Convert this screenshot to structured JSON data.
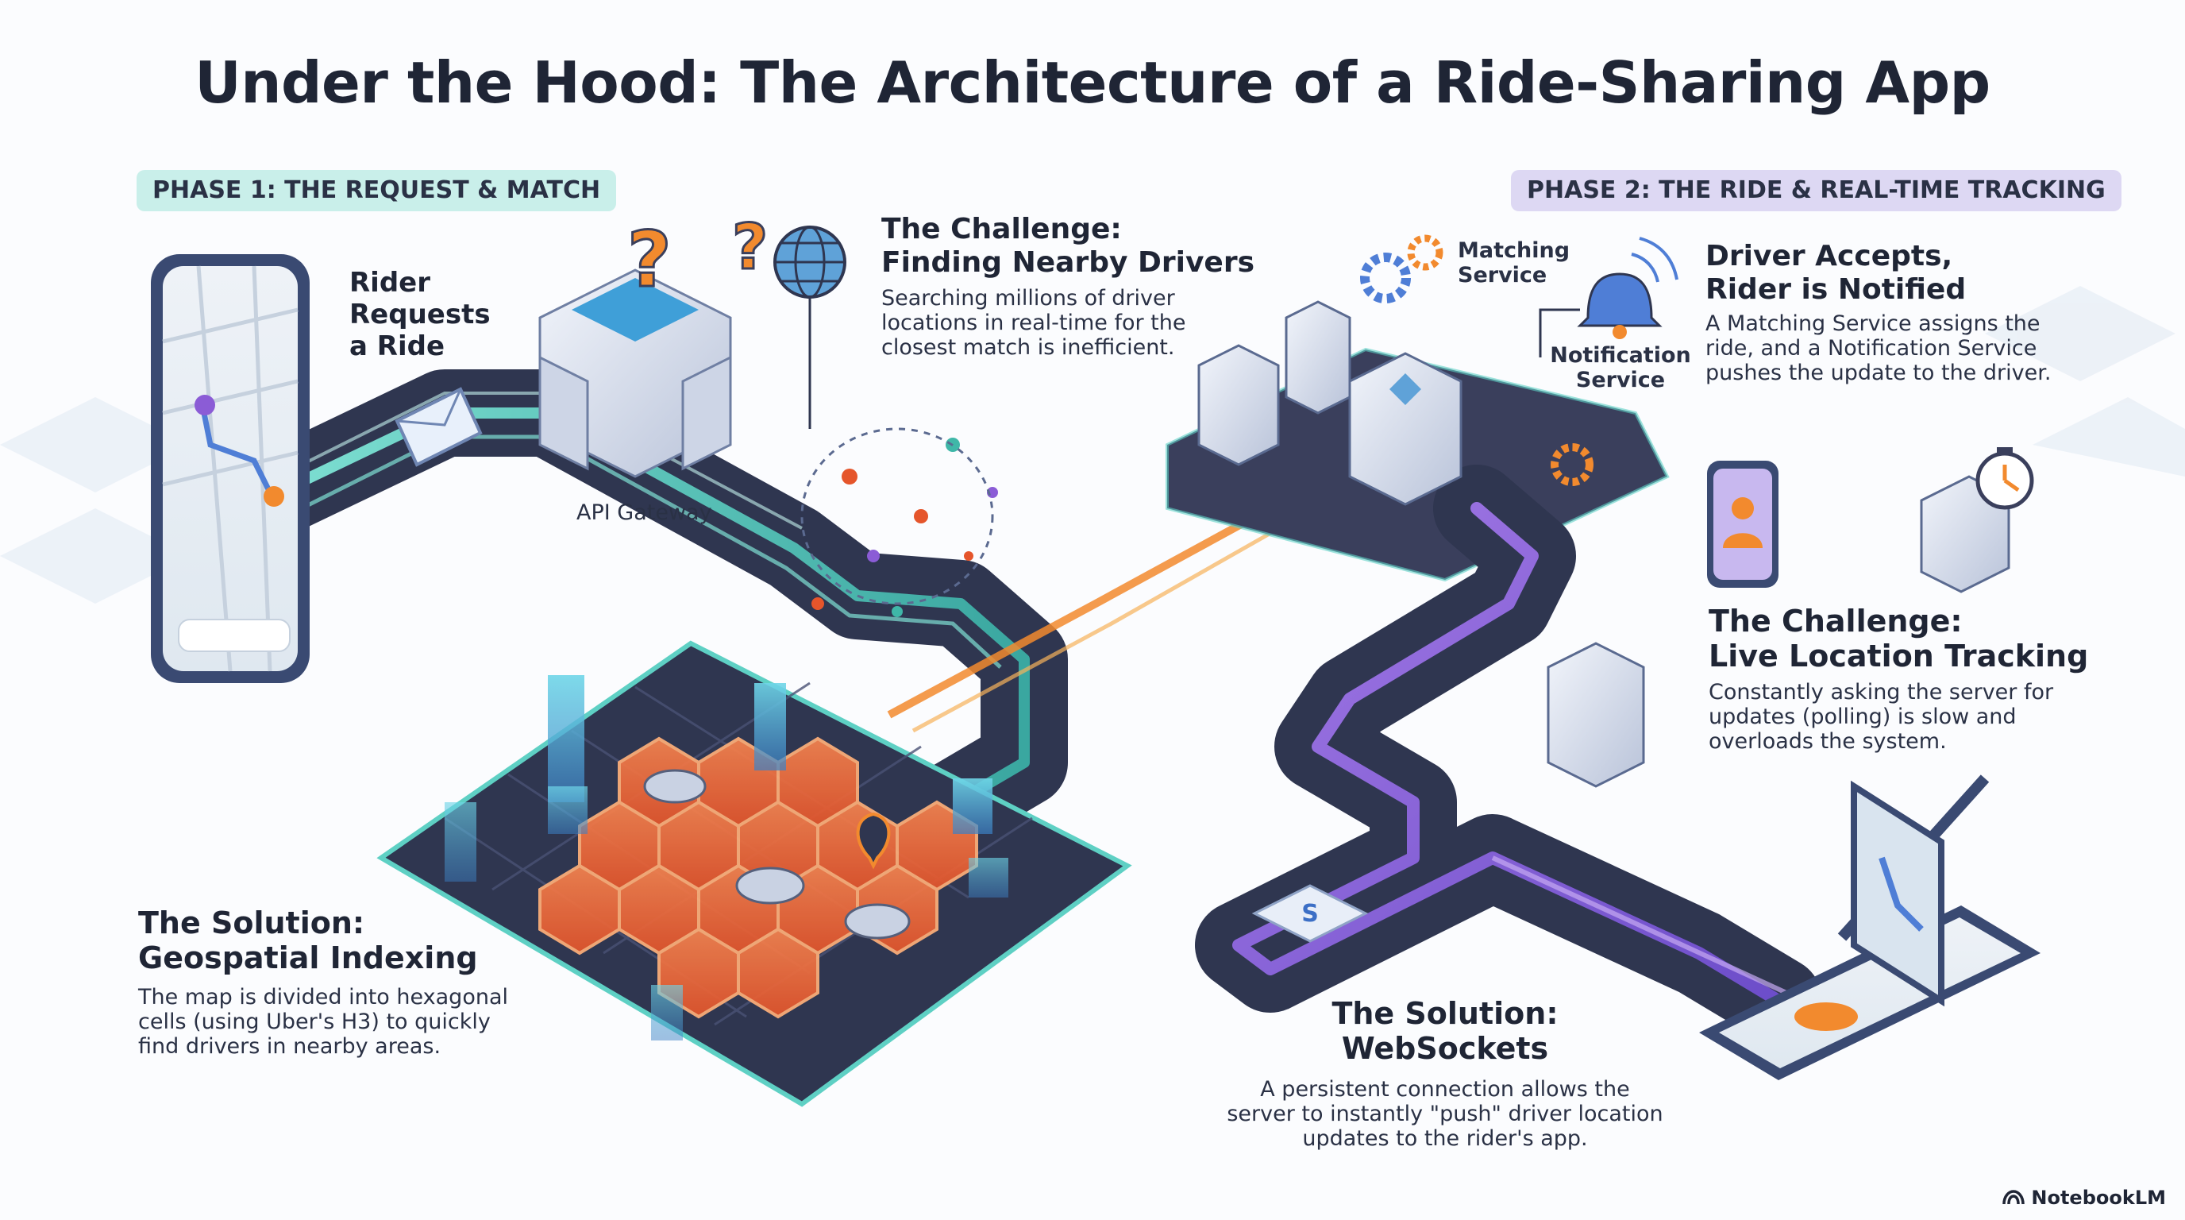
{
  "title": "Under the Hood: The Architecture of a Ride-Sharing App",
  "phase1": {
    "label": "PHASE 1: THE REQUEST & MATCH"
  },
  "phase2": {
    "label": "PHASE 2: THE RIDE & REAL-TIME TRACKING"
  },
  "rider_request": {
    "lines": [
      "Rider",
      "Requests",
      "a Ride"
    ]
  },
  "api_gateway": {
    "label": "API Gateway"
  },
  "challenge1": {
    "heading": [
      "The Challenge:",
      "Finding Nearby Drivers"
    ],
    "body": [
      "Searching millions of driver",
      "locations in real-time for the",
      "closest match is inefficient."
    ]
  },
  "matching_service": {
    "lines": [
      "Matching",
      "Service"
    ]
  },
  "notification_service": {
    "lines": [
      "Notification",
      "Service"
    ]
  },
  "driver_accepts": {
    "heading": [
      "Driver Accepts,",
      "Rider is Notified"
    ],
    "body": [
      "A Matching Service assigns the",
      "ride, and a Notification Service",
      "pushes the update to the driver."
    ]
  },
  "challenge2": {
    "heading": [
      "The Challenge:",
      "Live Location Tracking"
    ],
    "body": [
      "Constantly asking the server for",
      "updates (polling) is slow and",
      "overloads the system."
    ]
  },
  "solution1": {
    "heading": [
      "The Solution:",
      "Geospatial Indexing"
    ],
    "body": [
      "The map is divided into hexagonal",
      "cells (using Uber's H3) to quickly",
      "find drivers in nearby areas."
    ]
  },
  "solution2": {
    "heading": [
      "The Solution:",
      "WebSockets"
    ],
    "body": [
      "A persistent connection allows the",
      "server to instantly \"push\" driver location",
      "updates to the rider's app."
    ]
  },
  "branding": {
    "label": "NotebookLM"
  },
  "icons": {
    "question": "question-mark-icon",
    "globe": "globe-icon",
    "gear": "gear-icon",
    "bell": "bell-icon",
    "stopwatch": "stopwatch-icon",
    "envelope": "envelope-icon",
    "car": "car-icon",
    "pin": "location-pin-icon",
    "user": "user-icon",
    "socket": "websocket-icon"
  },
  "colors": {
    "hex_cells": "#f26a3d",
    "road_teal": "#3fb7a8",
    "road_purple": "#8a5cd6",
    "platform_dark": "#2f3650",
    "accent_orange": "#f28a2e"
  }
}
